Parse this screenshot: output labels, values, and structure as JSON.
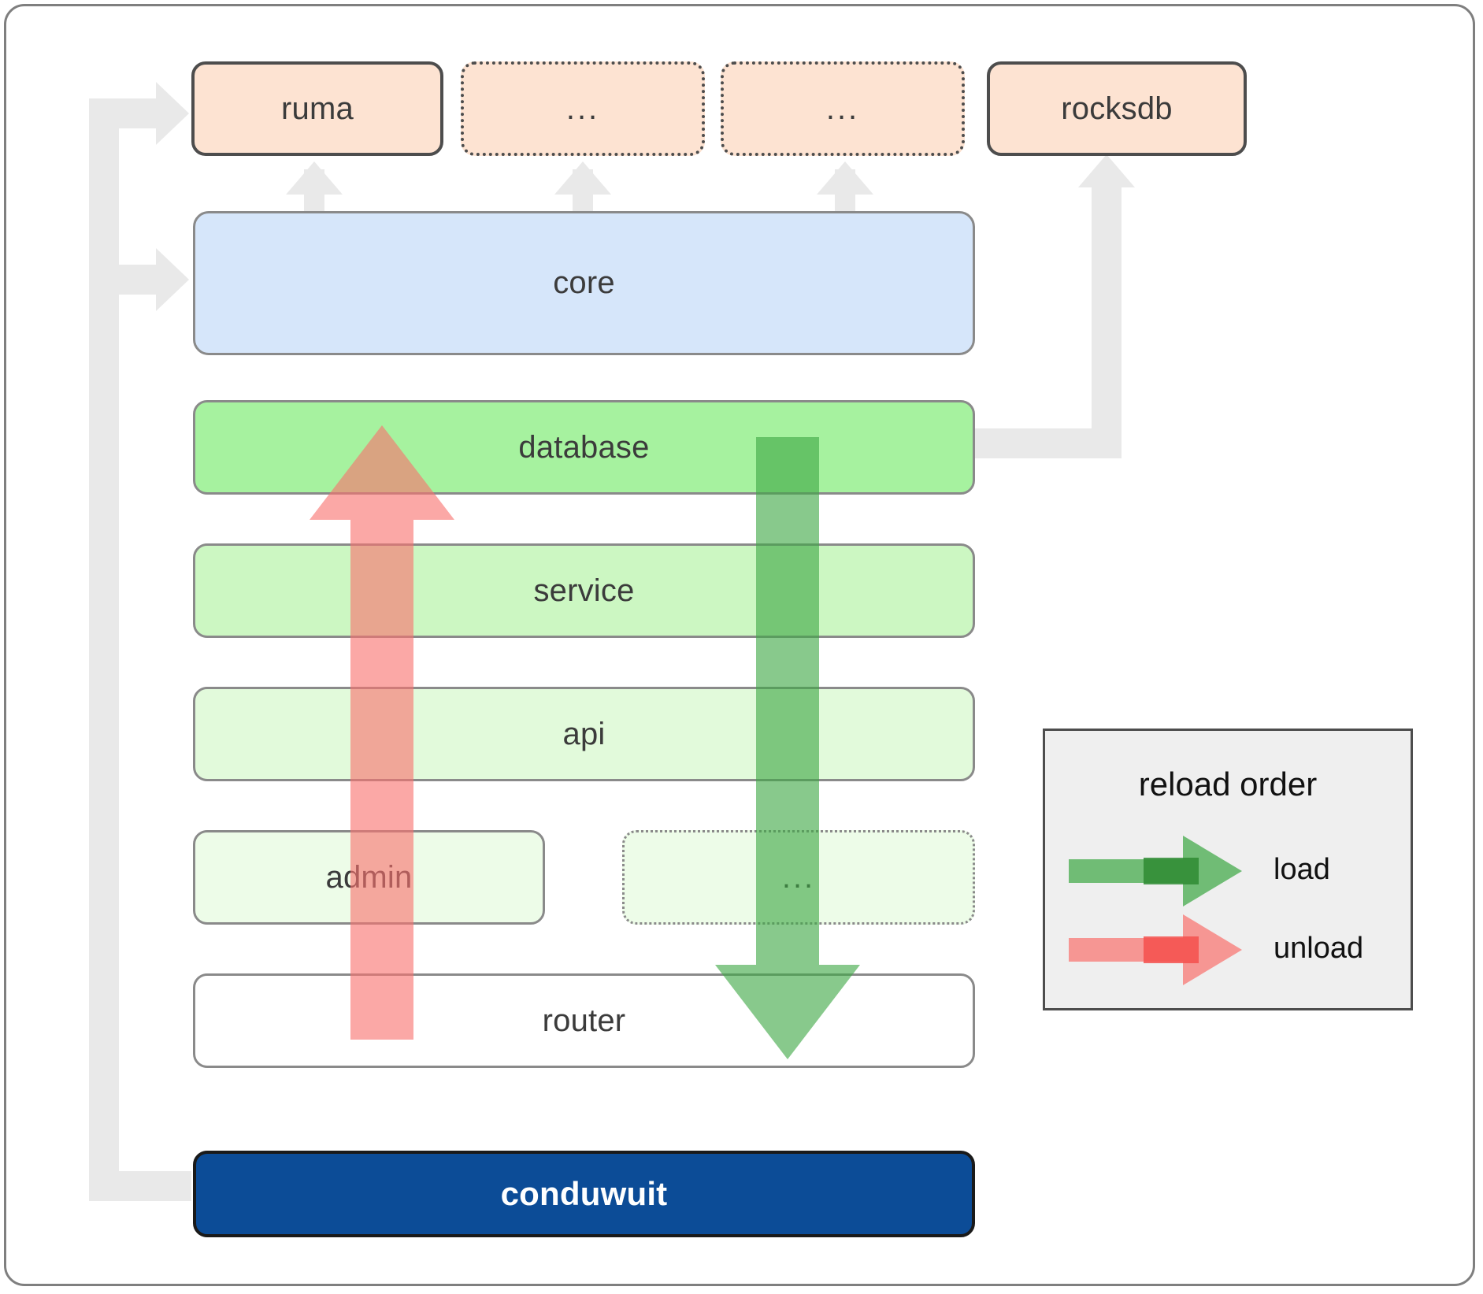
{
  "diagram": {
    "title": "conduwuit crate / reload order architecture",
    "colors": {
      "dependency_fill": "#FDE3D2",
      "core_fill": "#D6E6FA",
      "database_fill": "#A6F29F",
      "service_fill": "#CCF7C2",
      "api_fill": "#E2FADB",
      "admin_fill": "#EDFCE8",
      "router_fill": "#FFFFFF",
      "app_fill": "#0C4C97",
      "connector_gray": "#E9E9E9",
      "load_green": "#3FA845",
      "unload_red": "#F8736F",
      "legend_fill": "#EFEFEF",
      "border_gray": "#8A8A8A",
      "border_dark": "#4D4D4D"
    },
    "dependencies": [
      {
        "label": "ruma",
        "style": "solid"
      },
      {
        "label": "...",
        "style": "dotted"
      },
      {
        "label": "...",
        "style": "dotted"
      },
      {
        "label": "rocksdb",
        "style": "solid"
      }
    ],
    "core": {
      "label": "core"
    },
    "layers": [
      {
        "label": "database",
        "style": "solid"
      },
      {
        "label": "service",
        "style": "solid"
      },
      {
        "label": "api",
        "style": "solid"
      },
      {
        "label": "admin",
        "style": "solid"
      },
      {
        "label": "...",
        "style": "dotted"
      },
      {
        "label": "router",
        "style": "solid"
      }
    ],
    "app": {
      "label": "conduwuit"
    },
    "legend": {
      "title": "reload order",
      "entries": [
        {
          "label": "load",
          "color": "#3FA845"
        },
        {
          "label": "unload",
          "color": "#F8736F"
        }
      ]
    }
  }
}
